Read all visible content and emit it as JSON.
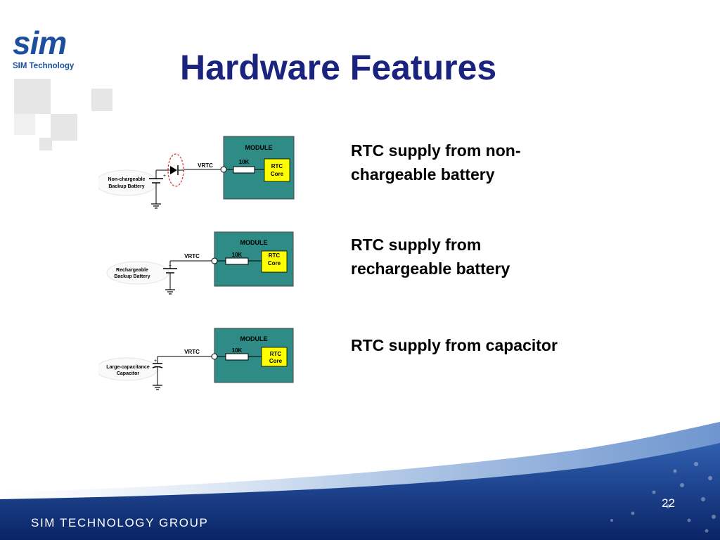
{
  "logo": {
    "word": "sim",
    "subtitle": "SIM Technology"
  },
  "slide": {
    "title": "Hardware Features",
    "page_number": "22"
  },
  "footer": {
    "label": "SIM TECHNOLOGY GROUP"
  },
  "features": [
    {
      "description": "RTC supply from non-chargeable battery",
      "desc_line1": "RTC supply from non-",
      "desc_line2": "chargeable battery",
      "module_label": "MODULE",
      "resistor_label": "10K",
      "core_line1": "RTC",
      "core_line2": "Core",
      "pin_label": "VRTC",
      "source_line1": "Non-chargeable",
      "source_line2": "Backup Battery"
    },
    {
      "description": "RTC supply from rechargeable battery",
      "desc_line1": "RTC supply from",
      "desc_line2": "rechargeable battery",
      "module_label": "MODULE",
      "resistor_label": "10K",
      "core_line1": "RTC",
      "core_line2": "Core",
      "pin_label": "VRTC",
      "source_line1": "Rechargeable",
      "source_line2": "Backup Battery"
    },
    {
      "description": "RTC supply from capacitor",
      "desc_line1": "RTC supply from capacitor",
      "desc_line2": "",
      "module_label": "MODULE",
      "resistor_label": "10K",
      "core_line1": "RTC",
      "core_line2": "Core",
      "pin_label": "VRTC",
      "source_line1": "Large-capacitance",
      "source_line2": "Capacitor"
    }
  ],
  "colors": {
    "title": "#1a237e",
    "module_fill": "#2e8b86",
    "core_fill": "#ffff00",
    "footer": "#0d2a6e",
    "logo": "#1d4f9e"
  }
}
